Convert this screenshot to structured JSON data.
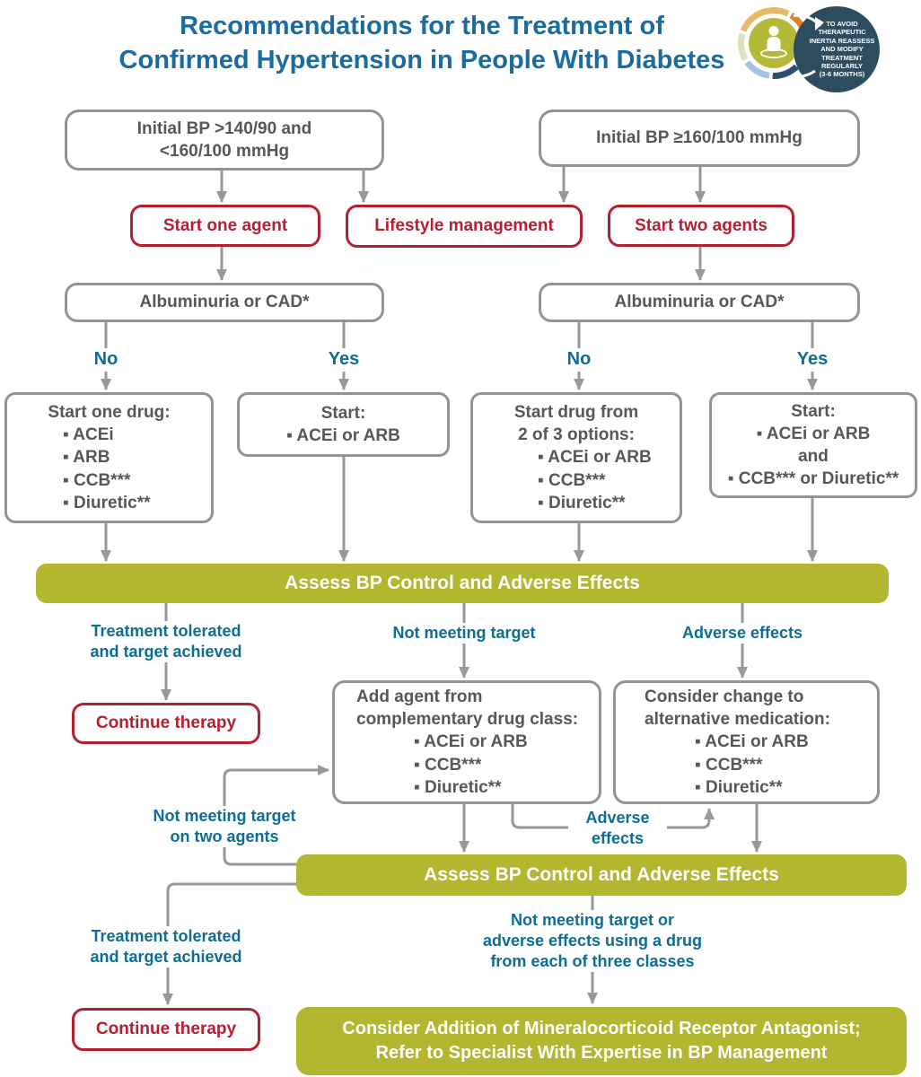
{
  "title": {
    "line1": "Recommendations for the Treatment of",
    "line2": "Confirmed Hypertension in People With Diabetes"
  },
  "badge": {
    "lines": [
      "TO AVOID",
      "THERAPEUTIC",
      "INERTIA REASSESS",
      "AND MODIFY",
      "TREATMENT",
      "REGULARLY",
      "(3-6 MONTHS)"
    ]
  },
  "colors": {
    "title_blue": "#1a6b9f",
    "label_teal": "#0d6d94",
    "accent_red": "#b52031",
    "box_border_gray": "#919497",
    "box_text_gray": "#55575a",
    "arrow_gray": "#96999c",
    "bar_olive": "#b2b72f",
    "badge_navy": "#2e4d5f"
  },
  "nodes": {
    "initial_bp_low": {
      "line1": "Initial BP >140/90 and",
      "line2": "<160/100 mmHg"
    },
    "initial_bp_high": {
      "line1": "Initial BP ≥160/100 mmHg"
    },
    "start_one_agent": "Start one agent",
    "lifestyle": "Lifestyle management",
    "start_two_agents": "Start two agents",
    "albuminuria_left": "Albuminuria or CAD*",
    "albuminuria_right": "Albuminuria or CAD*",
    "no_left": "No",
    "yes_left": "Yes",
    "no_right": "No",
    "yes_right": "Yes",
    "start_one_drug": {
      "title": "Start one drug:",
      "items": [
        "▪ ACEi",
        "▪ ARB",
        "▪ CCB***",
        "▪ Diuretic**"
      ]
    },
    "start_acei_arb": {
      "title": "Start:",
      "items": [
        "▪ ACEi or ARB"
      ]
    },
    "start_2of3": {
      "title1": "Start drug from",
      "title2": "2 of 3 options:",
      "items": [
        "▪ ACEi or ARB",
        "▪ CCB***",
        "▪ Diuretic**"
      ]
    },
    "start_combo": {
      "title": "Start:",
      "items": [
        "▪ ACEi or ARB",
        "and",
        "▪ CCB*** or Diuretic**"
      ]
    },
    "assess1": "Assess BP Control and Adverse Effects",
    "treatment_tolerated_1": {
      "line1": "Treatment tolerated",
      "line2": "and target achieved"
    },
    "not_meeting_target": "Not meeting target",
    "adverse_effects_1": "Adverse effects",
    "continue_therapy_1": "Continue therapy",
    "add_agent": {
      "title1": "Add agent from",
      "title2": "complementary drug class:",
      "items": [
        "▪ ACEi or ARB",
        "▪ CCB***",
        "▪ Diuretic**"
      ]
    },
    "consider_change": {
      "title1": "Consider change to",
      "title2": "alternative medication:",
      "items": [
        "▪ ACEi or ARB",
        "▪ CCB***",
        "▪ Diuretic**"
      ]
    },
    "not_meeting_two": {
      "line1": "Not meeting target",
      "line2": "on two agents"
    },
    "adverse_effects_2": {
      "line1": "Adverse",
      "line2": "effects"
    },
    "assess2": "Assess BP Control and Adverse Effects",
    "treatment_tolerated_2": {
      "line1": "Treatment tolerated",
      "line2": "and target achieved"
    },
    "continue_therapy_2": "Continue therapy",
    "not_meeting_three": {
      "line1": "Not meeting target or",
      "line2": "adverse effects using a drug",
      "line3": "from each of three classes"
    },
    "final_box": {
      "line1": "Consider Addition of Mineralocorticoid Receptor Antagonist;",
      "line2": "Refer to Specialist With Expertise in BP Management"
    }
  }
}
